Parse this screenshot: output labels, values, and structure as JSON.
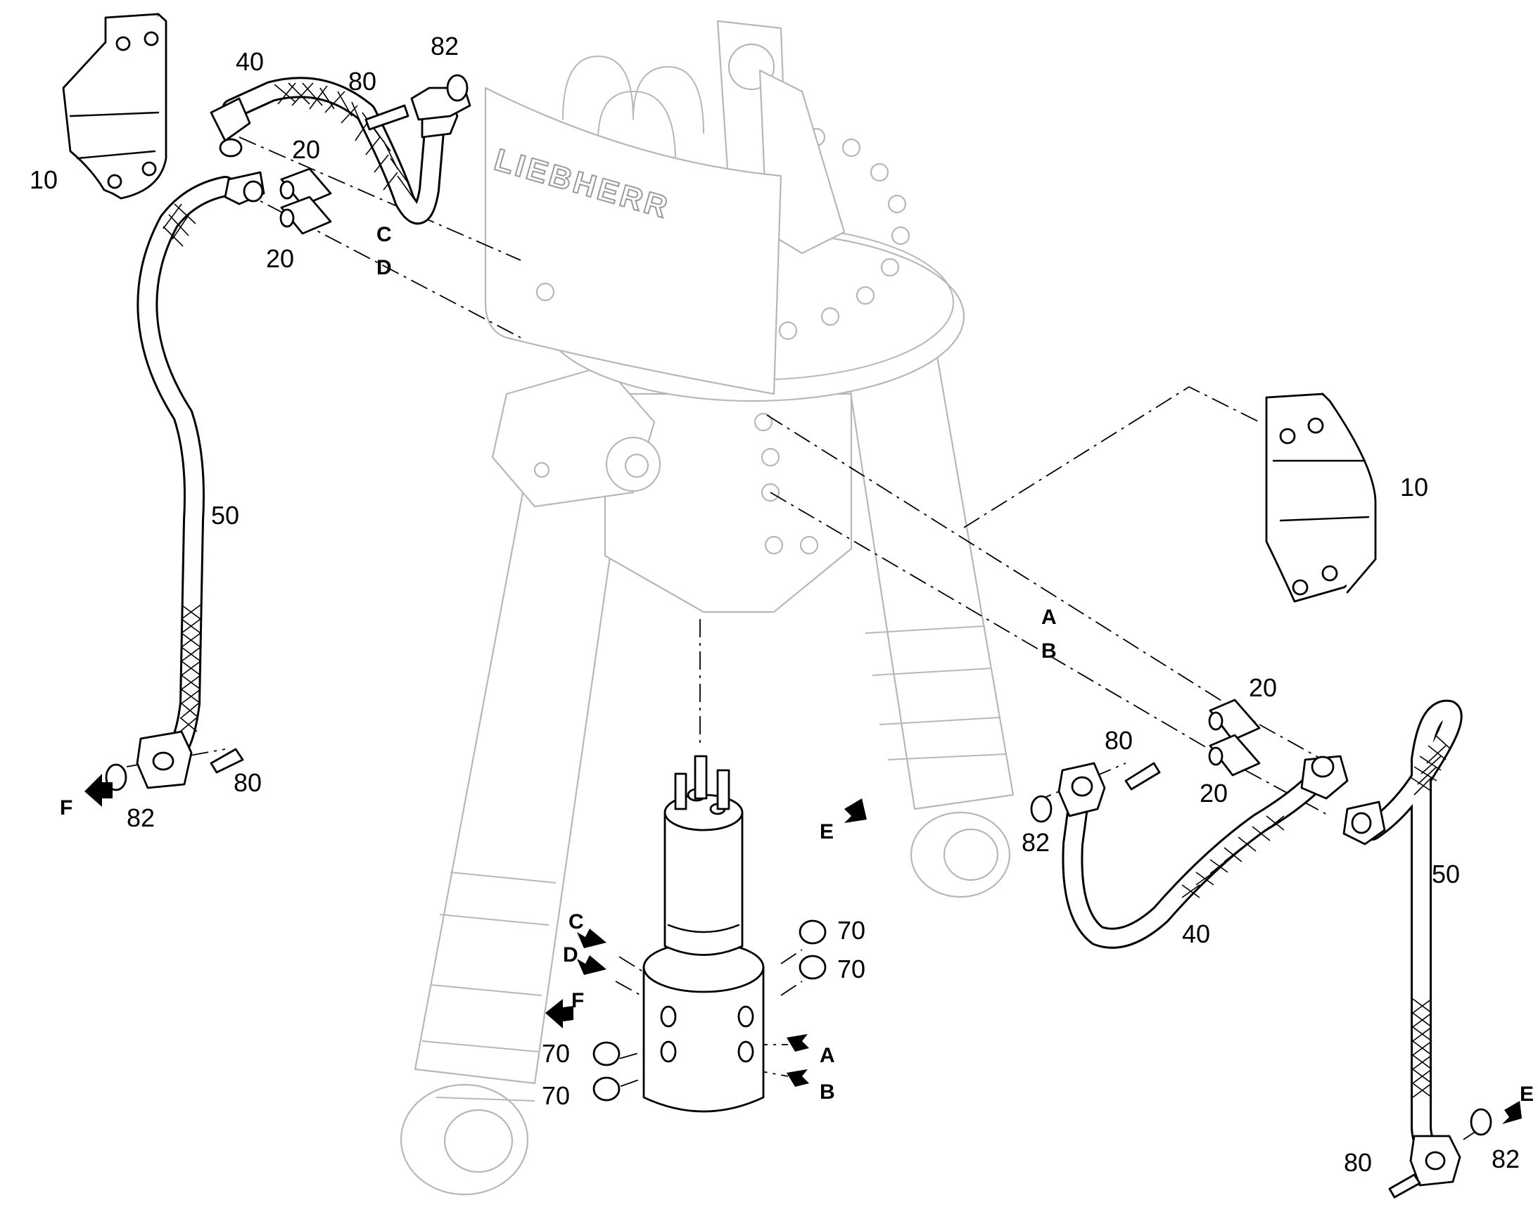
{
  "brand_lettering": "LIEBHERR",
  "part_labels": {
    "bracket": "10",
    "adapter": "20",
    "hose_short": "40",
    "hose_long": "50",
    "plug": "70",
    "screw": "80",
    "seal_ring": "82"
  },
  "port_labels": {
    "a": "A",
    "b": "B",
    "c": "C",
    "d": "D",
    "e": "E",
    "f": "F"
  },
  "colors": {
    "line": "#000000",
    "ghost": "#b7b7b7",
    "background": "#ffffff"
  }
}
